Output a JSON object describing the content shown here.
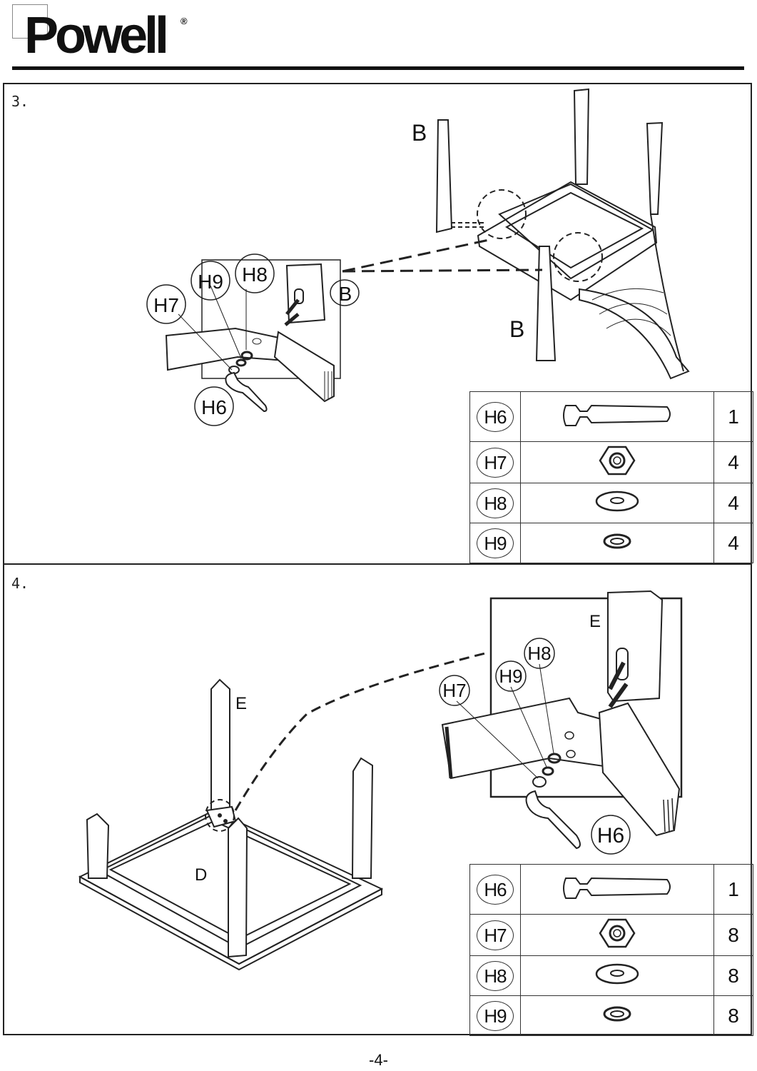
{
  "header": {
    "brand": "Powell",
    "reg_mark": "®"
  },
  "step3": {
    "number": "3.",
    "labels": {
      "leg_left": "B",
      "leg_bottom": "B",
      "detail_b": "B",
      "h9": "H9",
      "h8": "H8",
      "h7": "H7",
      "h6": "H6"
    },
    "parts": [
      {
        "code": "H6",
        "icon": "wrench-icon",
        "qty": "1"
      },
      {
        "code": "H7",
        "icon": "hex-nut-icon",
        "qty": "4"
      },
      {
        "code": "H8",
        "icon": "flat-washer-icon",
        "qty": "4"
      },
      {
        "code": "H9",
        "icon": "lock-washer-icon",
        "qty": "4"
      }
    ]
  },
  "step4": {
    "number": "4.",
    "labels": {
      "leg": "E",
      "top": "D",
      "detail_e": "E",
      "h8": "H8",
      "h9": "H9",
      "h7": "H7",
      "h6": "H6"
    },
    "parts": [
      {
        "code": "H6",
        "icon": "wrench-icon",
        "qty": "1"
      },
      {
        "code": "H7",
        "icon": "hex-nut-icon",
        "qty": "8"
      },
      {
        "code": "H8",
        "icon": "flat-washer-icon",
        "qty": "8"
      },
      {
        "code": "H9",
        "icon": "lock-washer-icon",
        "qty": "8"
      }
    ]
  },
  "footer": {
    "page": "-4-"
  }
}
